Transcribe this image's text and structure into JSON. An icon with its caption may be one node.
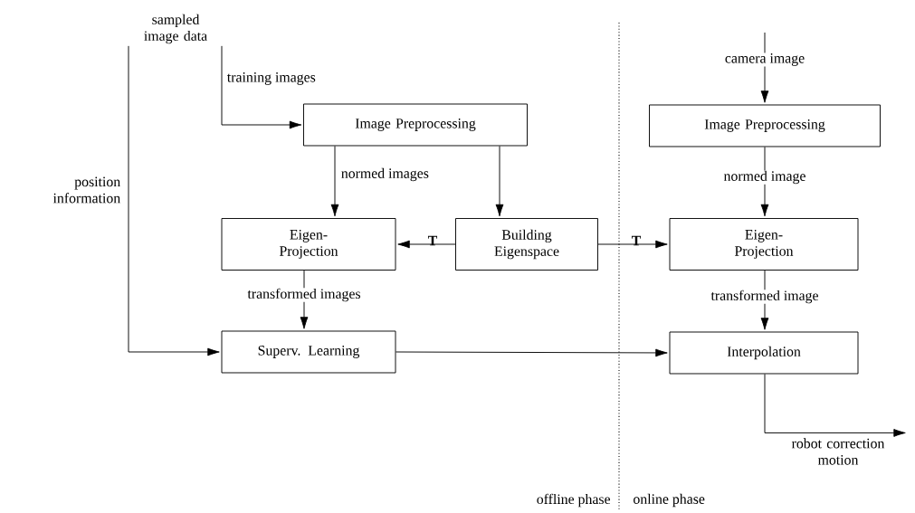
{
  "diagram": {
    "nodes": [
      {
        "text": [
          "sampled image data"
        ]
      },
      {
        "text": [
          "Image Preprocessing"
        ]
      },
      {
        "text": [
          "Eigen- Projection"
        ]
      },
      {
        "text": [
          "Building Eigenspace"
        ]
      },
      {
        "text": [
          "Superv. Learning"
        ]
      },
      {
        "text": [
          "Image Preprocessing"
        ]
      },
      {
        "text": [
          "Eigen- Projection"
        ]
      },
      {
        "text": [
          "Interpolation"
        ]
      },
      {
        "text": [
          "robot correction motion"
        ]
      }
    ],
    "edges": [
      {
        "from": 0,
        "to": 1,
        "arrow": "to",
        "label": "training images"
      },
      {
        "from": 0,
        "to": 4,
        "arrow": "to",
        "label": "position information"
      },
      {
        "from": 1,
        "to": 2,
        "arrow": "to",
        "label": "normed images"
      },
      {
        "from": 1,
        "to": 3,
        "arrow": "to"
      },
      {
        "from": 3,
        "to": 2,
        "arrow": "to",
        "label": "T"
      },
      {
        "from": 3,
        "to": 6,
        "arrow": "to",
        "label": "T"
      },
      {
        "from": 2,
        "to": 4,
        "arrow": "to",
        "label": "transformed images"
      },
      {
        "from": null,
        "to": 5,
        "arrow": "to",
        "label": "camera image"
      },
      {
        "from": 5,
        "to": 6,
        "arrow": "to",
        "label": "normed image"
      },
      {
        "from": 6,
        "to": 7,
        "arrow": "to",
        "label": "transformed image"
      },
      {
        "from": 4,
        "to": 7,
        "arrow": "to"
      },
      {
        "from": 7,
        "to": 8,
        "arrow": "to"
      }
    ],
    "labels": [
      "offline phase",
      "online phase"
    ]
  }
}
